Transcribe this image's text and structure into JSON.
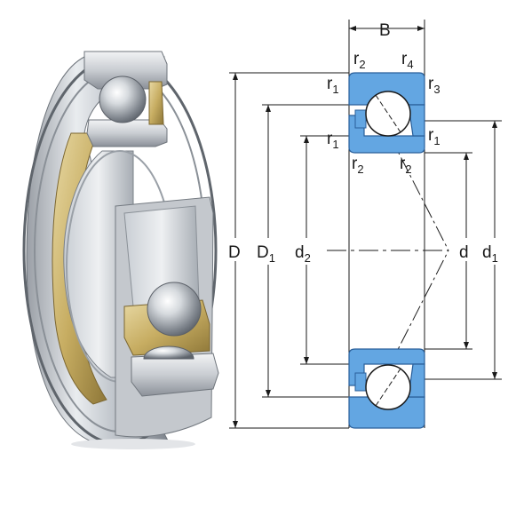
{
  "labels": {
    "B": "B",
    "r2_top": "r",
    "r2_top_sub": "2",
    "r4_top": "r",
    "r4_top_sub": "4",
    "r1_left_top": "r",
    "r1_left_top_sub": "1",
    "r3_right": "r",
    "r3_right_sub": "3",
    "r1_left_mid": "r",
    "r1_left_mid_sub": "1",
    "r1_right_mid": "r",
    "r1_right_mid_sub": "1",
    "r2_bot_left": "r",
    "r2_bot_left_sub": "2",
    "r2_bot_right": "r",
    "r2_bot_right_sub": "2",
    "D": "D",
    "D1": "D",
    "D1_sub": "1",
    "d2": "d",
    "d2_sub": "2",
    "d": "d",
    "d1": "d",
    "d1_sub": "1"
  },
  "colors": {
    "ring_blue": "#63a6e2",
    "ring_stroke": "#2a5f9a",
    "line": "#1a1a1a"
  },
  "illustration": {
    "subject": "angular-contact-ball-bearing-cutaway"
  }
}
